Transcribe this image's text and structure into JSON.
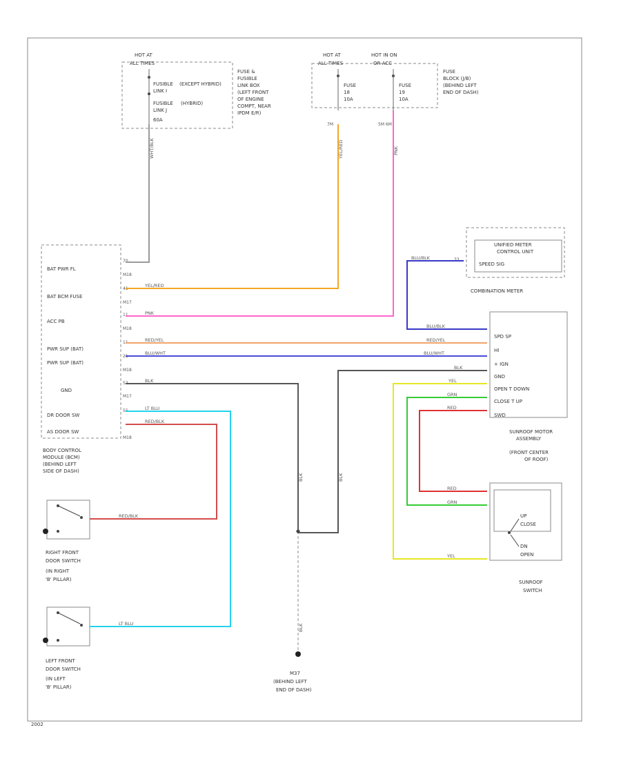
{
  "colors": {
    "wht_blk": "#9a9a9a",
    "yel_red": "#f5a623",
    "pnk": "#ff66cc",
    "red_yel": "#f0a36b",
    "blu_wht": "#4a4ad8",
    "blk": "#555555",
    "lt_blu": "#22d3ee",
    "red_blk": "#d24b4b",
    "yel": "#e6e622",
    "grn": "#33cc33",
    "red": "#e03030",
    "blu_blk": "#3838c8"
  },
  "fuse_left": {
    "hot": "HOT AT",
    "hot2": "ALL TIMES",
    "fuse_a": "FUSIBLE",
    "fuse_a2": "LINK I",
    "fuse_a_note": "(EXCEPT HYBRID)",
    "fuse_b": "FUSIBLE",
    "fuse_b2": "LINK J",
    "fuse_b_note": "(HYBRID)",
    "rating": "60A",
    "desc1": "FUSE &",
    "desc2": "FUSIBLE",
    "desc3": "LINK BOX",
    "desc4": "(LEFT FRONT",
    "desc5": "OF ENGINE",
    "desc6": "COMPT, NEAR",
    "desc7": "IPDM E/R)"
  },
  "fuse_right": {
    "hot_a": "HOT AT",
    "hot_a2": "ALL TIMES",
    "hot_b": "HOT IN ON",
    "hot_b2": "OR ACC",
    "fuse_a": "FUSE",
    "fuse_a_no": "18",
    "fuse_a_amp": "10A",
    "fuse_b": "FUSE",
    "fuse_b_no": "19",
    "fuse_b_amp": "10A",
    "desc1": "FUSE",
    "desc2": "BLOCK (J/B)",
    "desc3": "(BEHIND LEFT",
    "desc4": "END OF DASH)",
    "pin_a": "7M",
    "pin_b": "5M 6M"
  },
  "bcm": {
    "terms": [
      "BAT PWR FL",
      "BAT BCM FUSE",
      "ACC PB",
      "PWR SUP (BAT)",
      "PWR SUP (BAT)",
      "GND",
      "DR DOOR SW",
      "AS DOOR SW"
    ],
    "conns": [
      "M18",
      "M17",
      "M18",
      "M18",
      "M17",
      "M18"
    ],
    "label1": "BODY CONTROL",
    "label2": "MODULE (BCM)",
    "label3": "(BEHIND LEFT",
    "label4": "SIDE OF DASH)",
    "pins": [
      "70",
      "41",
      "11",
      "11",
      "21",
      "52",
      "55"
    ]
  },
  "meter": {
    "title1": "UNIFIED METER",
    "title2": "CONTROL UNIT",
    "term": "SPEED SIG",
    "label": "COMBINATION METER",
    "pin": "33"
  },
  "motor": {
    "terms": [
      "SPD SP",
      "HI",
      "+ IGN",
      "GND",
      "OPEN T DOWN",
      "CLOSE T UP",
      "SWD"
    ],
    "label1": "SUNROOF MOTOR",
    "label2": "ASSEMBLY",
    "label3": "(FRONT CENTER",
    "label4": "OF ROOF)"
  },
  "sunroof_switch": {
    "up": "UP",
    "close": "CLOSE",
    "dn": "DN",
    "open": "OPEN",
    "label1": "SUNROOF",
    "label2": "SWITCH"
  },
  "rf_switch": {
    "label1": "RIGHT FRONT",
    "label2": "DOOR SWITCH",
    "label3": "(IN RIGHT",
    "label4": "'B' PILLAR)"
  },
  "lf_switch": {
    "label1": "LEFT FRONT",
    "label2": "DOOR SWITCH",
    "label3": "(IN LEFT",
    "label4": "'B' PILLAR)"
  },
  "ground": {
    "name": "M37",
    "label1": "(BEHIND LEFT",
    "label2": "END OF DASH)"
  },
  "wires": {
    "wht_blk": "WHT/BLK",
    "yel_red": "YEL/RED",
    "yel_red_v": "YEL/RED",
    "pnk": "PNK",
    "pnk_v": "PNK",
    "red_yel": "RED/YEL",
    "red_yel2": "RED/YEL",
    "blu_wht": "BLU/WHT",
    "blu_wht2": "BLU/WHT",
    "blk": "BLK",
    "blk_v1": "BLK",
    "blk_v2": "BLK",
    "blk_v3": "BLK",
    "blk2": "BLK",
    "lt_blu": "LT BLU",
    "lt_blu2": "LT BLU",
    "red_blk": "RED/BLK",
    "red_blk2": "RED/BLK",
    "yel": "YEL",
    "yel2": "YEL",
    "grn": "GRN",
    "grn2": "GRN",
    "red": "RED",
    "red2": "RED",
    "blu_blk": "BLU/BLK",
    "blu_blk2": "BLU/BLK"
  },
  "footer": "2002"
}
